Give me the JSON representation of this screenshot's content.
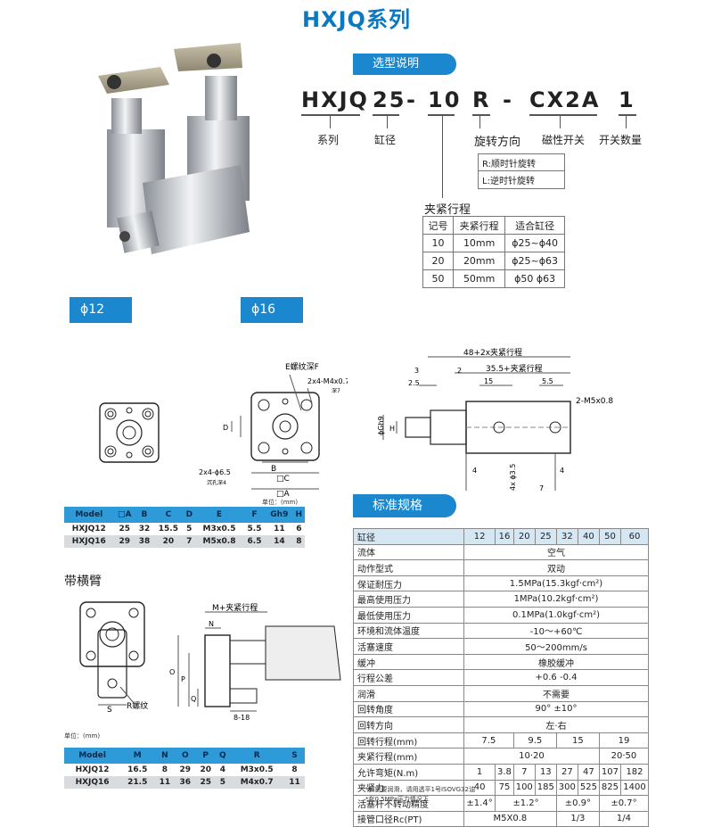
{
  "title": "HXJQ系列",
  "selection": {
    "header": "选型说明",
    "parts": [
      "HXJQ",
      "25",
      "-",
      "10",
      "R",
      "-",
      "CX2A",
      "1"
    ],
    "labels": {
      "series": "系列",
      "bore": "缸径",
      "rotation": "旋转方向",
      "switch": "磁性开关",
      "switch_qty": "开关数量",
      "stroke": "夹紧行程"
    },
    "rotation_options": [
      "R:顺时针旋转",
      "L:逆时针旋转"
    ],
    "stroke_table": {
      "headers": [
        "记号",
        "夹紧行程",
        "适合缸径"
      ],
      "rows": [
        [
          "10",
          "10mm",
          "ϕ25~ϕ40"
        ],
        [
          "20",
          "20mm",
          "ϕ25~ϕ63"
        ],
        [
          "50",
          "50mm",
          "ϕ50  ϕ63"
        ]
      ]
    }
  },
  "size_tabs": [
    "ϕ12",
    "ϕ16"
  ],
  "drawing_labels": {
    "e_thread": "E螺纹深F",
    "m4": "2x4-M4x0.7",
    "depth7": "深7",
    "hole": "2x4-ϕ6.5",
    "counterbore": "沉孔深4",
    "c": "□C",
    "a": "□A",
    "b": "B",
    "d": "D",
    "gh9": "ϕGh9",
    "h": "H",
    "top_dim": "48+2x夹紧行程",
    "dim_355": "35.5+夹紧行程",
    "d3": "3",
    "d2": "2",
    "d25": "2.5",
    "d15": "15",
    "d55": "5.5",
    "m5": "2-M5x0.8",
    "d4a": "4",
    "d4b": "4",
    "d4c": "4x ϕ3.5",
    "d7": "7",
    "m_dim": "M+夹紧行程",
    "n": "N",
    "o": "O",
    "p": "P",
    "q": "Q",
    "s": "S",
    "r_thread": "R螺纹",
    "d818": "8-18"
  },
  "unit": "单位：(mm)",
  "dim_table1": {
    "headers": [
      "Model",
      "□A",
      "B",
      "C",
      "D",
      "E",
      "F",
      "Gh9",
      "H"
    ],
    "rows": [
      [
        "HXJQ12",
        "25",
        "32",
        "15.5",
        "5",
        "M3x0.5",
        "5.5",
        "11",
        "6"
      ],
      [
        "HXJQ16",
        "29",
        "38",
        "20",
        "7",
        "M5x0.8",
        "6.5",
        "14",
        "8"
      ]
    ]
  },
  "arm_title": "带横臂",
  "dim_table2": {
    "headers": [
      "Model",
      "M",
      "N",
      "O",
      "P",
      "Q",
      "R",
      "S"
    ],
    "rows": [
      [
        "HXJQ12",
        "16.5",
        "8",
        "29",
        "20",
        "4",
        "M3x0.5",
        "8"
      ],
      [
        "HXJQ16",
        "21.5",
        "11",
        "36",
        "25",
        "5",
        "M4x0.7",
        "11"
      ]
    ]
  },
  "spec": {
    "header": "标准规格",
    "bore_label": "缸径",
    "bores": [
      "12",
      "16",
      "20",
      "25",
      "32",
      "40",
      "50",
      "60"
    ],
    "rows": [
      {
        "k": "流体",
        "cells": [
          [
            "空气",
            8
          ]
        ]
      },
      {
        "k": "动作型式",
        "cells": [
          [
            "双动",
            8
          ]
        ]
      },
      {
        "k": "保证耐压力",
        "cells": [
          [
            "1.5MPa(15.3kgf·cm²)",
            8
          ]
        ]
      },
      {
        "k": "最高使用压力",
        "cells": [
          [
            "1MPa(10.2kgf·cm²)",
            8
          ]
        ]
      },
      {
        "k": "最低使用压力",
        "cells": [
          [
            "0.1MPa(1.0kgf·cm²)",
            8
          ]
        ]
      },
      {
        "k": "环境和流体温度",
        "cells": [
          [
            "-10～+60℃",
            8
          ]
        ]
      },
      {
        "k": "活塞速度",
        "cells": [
          [
            "50～200mm/s",
            8
          ]
        ]
      },
      {
        "k": "缓冲",
        "cells": [
          [
            "橡胶缓冲",
            8
          ]
        ]
      },
      {
        "k": "行程公差",
        "cells": [
          [
            "+0.6  -0.4",
            8
          ]
        ]
      },
      {
        "k": "润滑",
        "cells": [
          [
            "不需要",
            8
          ]
        ]
      },
      {
        "k": "回转角度",
        "cells": [
          [
            "90° ±10°",
            8
          ]
        ]
      },
      {
        "k": "回转方向",
        "cells": [
          [
            "左·右",
            8
          ]
        ]
      },
      {
        "k": "回转行程(mm)",
        "cells": [
          [
            "7.5",
            2
          ],
          [
            "9.5",
            2
          ],
          [
            "15",
            2
          ],
          [
            "19",
            2
          ]
        ]
      },
      {
        "k": "夹紧行程(mm)",
        "cells": [
          [
            "10·20",
            6
          ],
          [
            "20·50",
            2
          ]
        ]
      },
      {
        "k": "允许弯矩(N.m)",
        "cells": [
          [
            "1",
            1
          ],
          [
            "3.8",
            1
          ],
          [
            "7",
            1
          ],
          [
            "13",
            1
          ],
          [
            "27",
            1
          ],
          [
            "47",
            1
          ],
          [
            "107",
            1
          ],
          [
            "182",
            1
          ]
        ]
      },
      {
        "k": "夹紧力",
        "cells": [
          [
            "40",
            1
          ],
          [
            "75",
            1
          ],
          [
            "100",
            1
          ],
          [
            "185",
            1
          ],
          [
            "300",
            1
          ],
          [
            "525",
            1
          ],
          [
            "825",
            1
          ],
          [
            "1400",
            1
          ]
        ]
      },
      {
        "k": "活塞杆不转动精度",
        "cells": [
          [
            "±1.4°",
            1
          ],
          [
            "±1.2°",
            3
          ],
          [
            "±0.9°",
            2
          ],
          [
            "±0.7°",
            2
          ]
        ]
      },
      {
        "k": "接管口径Rc(PT)",
        "cells": [
          [
            "M5X0.8",
            4
          ],
          [
            "1/3",
            2
          ],
          [
            "1/4",
            2
          ]
        ]
      }
    ],
    "notes": [
      "*如需要润滑，请用透平1号ISOVG32油",
      "*在0.5MPa压力情况下"
    ]
  }
}
